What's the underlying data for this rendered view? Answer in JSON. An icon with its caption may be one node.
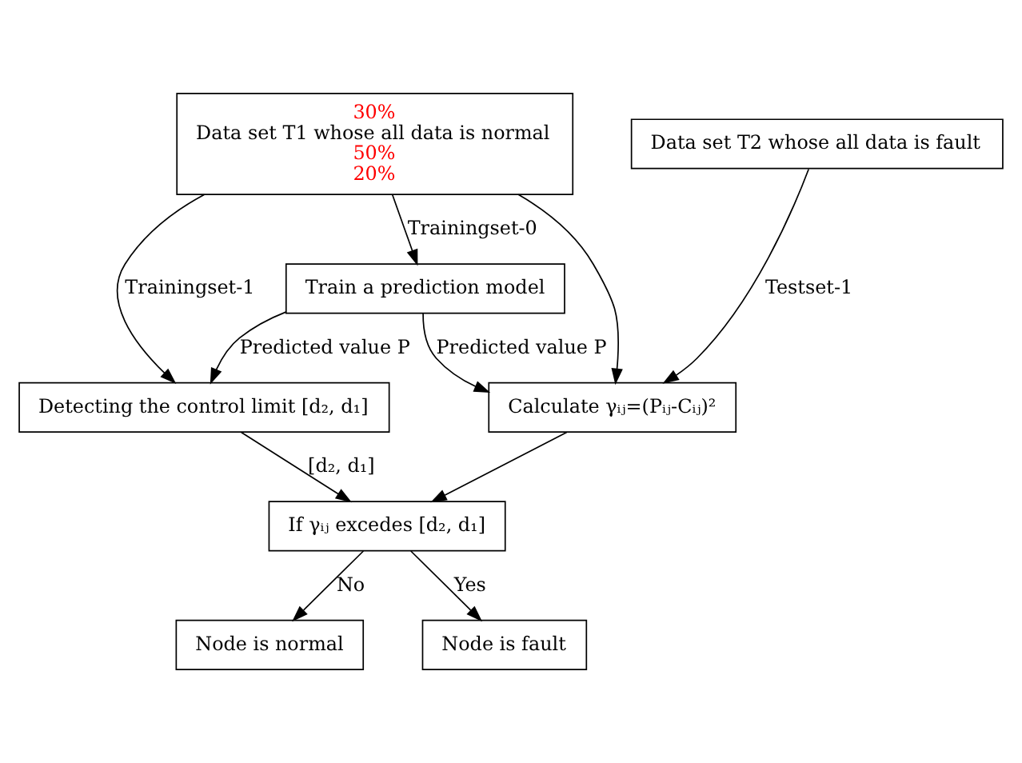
{
  "diagram": {
    "nodes": [
      {
        "text": [
          "30%",
          "Data set T1 whose all data is normal",
          "50%",
          "20%"
        ]
      },
      {
        "text": [
          "Detecting the control limit [d₂, d₁]"
        ]
      },
      {
        "text": [
          "Train a prediction model"
        ]
      },
      {
        "text": [
          "Data set T2 whose all data is fault"
        ]
      },
      {
        "text": [
          "Calculate γᵢⱼ=(Pᵢⱼ-Cᵢⱼ)²"
        ]
      },
      {
        "text": [
          "If γᵢⱼ excedes [d₂, d₁]"
        ]
      },
      {
        "text": [
          "Node is normal"
        ]
      },
      {
        "text": [
          "Node is fault"
        ]
      }
    ],
    "edges": [
      {
        "from": 0,
        "to": 1,
        "arrow": "to",
        "label": "Trainingset-1"
      },
      {
        "from": 0,
        "to": 2,
        "arrow": "to",
        "label": "Trainingset-0"
      },
      {
        "from": 0,
        "to": 4,
        "arrow": "to"
      },
      {
        "from": 3,
        "to": 4,
        "arrow": "to",
        "label": "Testset-1"
      },
      {
        "from": 2,
        "to": 1,
        "arrow": "to",
        "label": "Predicted value P"
      },
      {
        "from": 2,
        "to": 4,
        "arrow": "to",
        "label": "Predicted value P"
      },
      {
        "from": 1,
        "to": 5,
        "arrow": "to",
        "label": "[d₂, d₁]"
      },
      {
        "from": 4,
        "to": 5,
        "arrow": "to"
      },
      {
        "from": 5,
        "to": 6,
        "arrow": "to",
        "label": "No"
      },
      {
        "from": 5,
        "to": 7,
        "arrow": "to",
        "label": "Yes"
      }
    ]
  }
}
